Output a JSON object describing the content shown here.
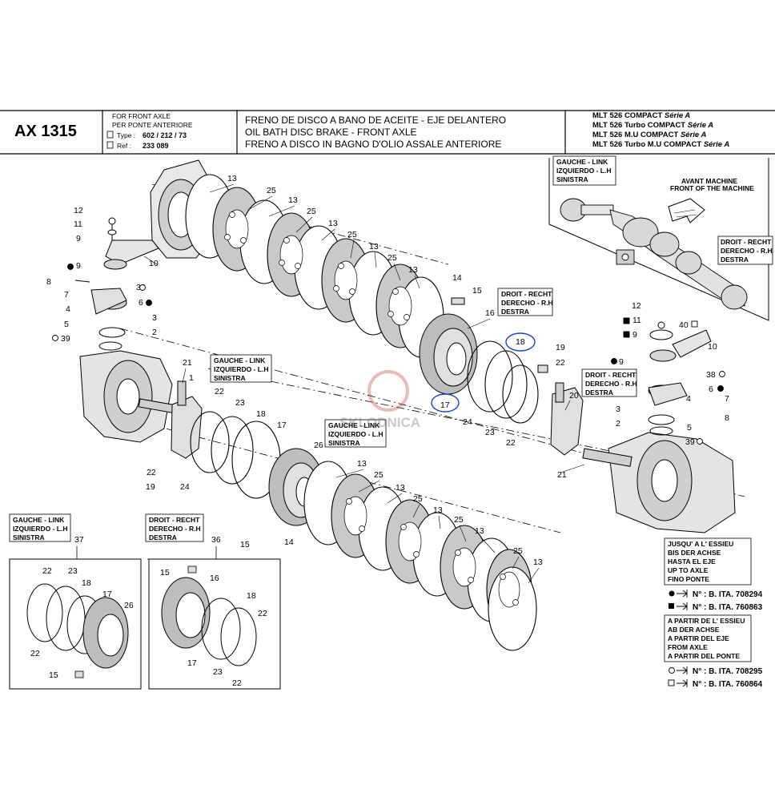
{
  "header": {
    "code": "AX 1315",
    "applicability": [
      "FOR FRONT AXLE",
      "PER PONTE ANTERIORE"
    ],
    "type_label": "Type :",
    "type_value": "602 / 212 / 73",
    "ref_label": "Ref :",
    "ref_value": "233 089",
    "titles": [
      "FRENO DE DISCO A BANO DE ACEITE - EJE DELANTERO",
      "OIL BATH DISC BRAKE - FRONT AXLE",
      "FRENO A DISCO IN BAGNO D'OLIO ASSALE ANTERIORE"
    ],
    "models": [
      {
        "name": "MLT 526 COMPACT",
        "series": "Série A"
      },
      {
        "name": "MLT 526 Turbo COMPACT",
        "series": "Série A"
      },
      {
        "name": "MLT 526 M.U COMPACT",
        "series": "Série A"
      },
      {
        "name": "MLT 526 Turbo M.U COMPACT",
        "series": "Série A"
      }
    ]
  },
  "inset": {
    "left_box": [
      "GAUCHE - LINK",
      "IZQUIERDO - L.H",
      "SINISTRA"
    ],
    "front_label": [
      "AVANT MACHINE",
      "FRONT OF THE MACHINE"
    ],
    "right_box": [
      "DROIT - RECHT",
      "DERECHO - R.H",
      "DESTRA"
    ]
  },
  "side_labels": {
    "gauche": [
      "GAUCHE - LINK",
      "IZQUIERDO - L.H",
      "SINISTRA"
    ],
    "droit": [
      "DROIT - RECHT",
      "DERECHO - R.H",
      "DESTRA"
    ]
  },
  "legend": {
    "up_to_axle": [
      "JUSQU' A L' ESSIEU",
      "BIS DER ACHSE",
      "HASTA EL EJE",
      "UP TO AXLE",
      "FINO PONTE"
    ],
    "ref_circle_filled": "N° : B. ITA. 708294",
    "ref_square_filled": "N° : B. ITA. 760863",
    "from_axle": [
      "A PARTIR DE L' ESSIEU",
      "AB DER ACHSE",
      "A PARTIR DEL EJE",
      "FROM AXLE",
      "A PARTIR DEL PONTE"
    ],
    "ref_circle_open": "N° : B. ITA. 708295",
    "ref_square_open": "N° : B. ITA. 760864"
  },
  "detail_views": {
    "left": {
      "number": "37",
      "labels": [
        "GAUCHE - LINK",
        "IZQUIERDO - L.H",
        "SINISTRA"
      ]
    },
    "right": {
      "number": "36",
      "labels": [
        "DROIT - RECHT",
        "DERECHO - R.H",
        "DESTRA"
      ]
    }
  },
  "watermark": "SKLODNICA",
  "callouts": {
    "disc13": "13",
    "disc25": "25",
    "p12": "12",
    "p11": "11",
    "p9": "9",
    "p10": "10",
    "p8": "8",
    "p7": "7",
    "p6": "6",
    "p38": "38",
    "p3": "3",
    "p2": "2",
    "p5": "5",
    "p39": "39",
    "p4": "4",
    "p1": "1",
    "p21": "21",
    "p22": "22",
    "p23": "23",
    "p18": "18",
    "p17": "17",
    "p26": "26",
    "p19": "19",
    "p24": "24",
    "p14": "14",
    "p15": "15",
    "p16": "16",
    "p20": "20",
    "p40": "40",
    "p36": "36",
    "p37": "37"
  },
  "highlight_color": "#1a3fd8"
}
